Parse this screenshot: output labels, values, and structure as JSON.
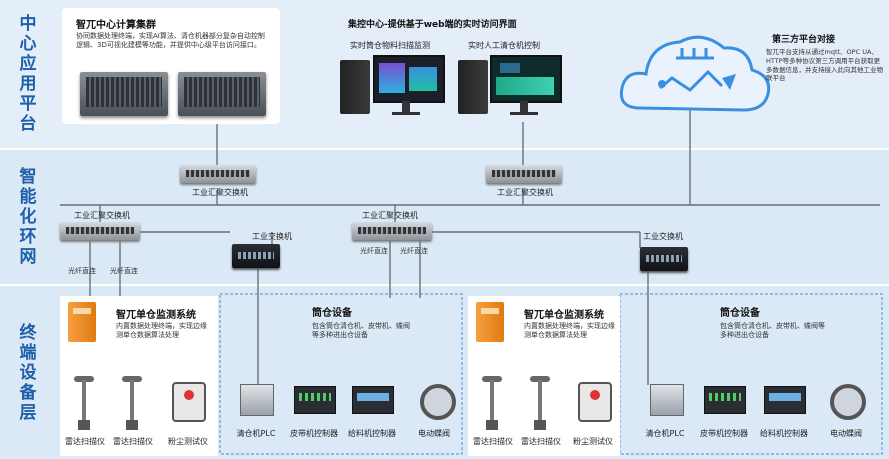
{
  "layers": {
    "application": "中心应用平台",
    "network": "智能化环网",
    "terminal": "终端设备层"
  },
  "compute": {
    "title": "智兀中心计算集群",
    "desc": "协同数据处理终端，实现AI算法、清仓机器部分复杂自动控制逻辑、3D可视化建模等功能，并提供中心级平台访问接口。"
  },
  "web": {
    "title": "集控中心-提供基于web端的实时访问界面",
    "monitor1": "实时筒仓物料扫描监测",
    "monitor2": "实时人工清仓机控制"
  },
  "third_party": {
    "title": "第三方平台对接",
    "desc": "智兀平台支持从通过mqtt、OPC UA、HTTP等多种协议第三方调用平台获取更多数据信息，并支持接入此向其他工业物联平台"
  },
  "switches": {
    "agg": "工业汇聚交换机",
    "ind": "工业交换机",
    "fiber": "光纤直连"
  },
  "units": [
    {
      "title": "智兀单仓监测系统",
      "desc": "内置数据处理终端，实现边缘测单仓数据算法处理",
      "devices": [
        "雷达扫描仪",
        "雷达扫描仪",
        "粉尘测试仪"
      ]
    },
    {
      "title": "智兀单仓监测系统",
      "desc": "内置数据处理终端，实现边缘测单仓数据算法处理",
      "devices": [
        "雷达扫描仪",
        "雷达扫描仪",
        "粉尘测试仪"
      ]
    }
  ],
  "silos": [
    {
      "title": "筒仓设备",
      "desc": "包含筒仓清仓机、皮带机、蝶阀等多种进出仓设备",
      "devices": [
        "清仓机PLC",
        "皮带机控制器",
        "给料机控制器",
        "电动蝶阀"
      ]
    },
    {
      "title": "筒仓设备",
      "desc": "包含筒仓清仓机、皮带机、蝶阀等多种进出仓设备",
      "devices": [
        "清仓机PLC",
        "皮带机控制器",
        "给料机控制器",
        "电动蝶阀"
      ]
    }
  ],
  "colors": {
    "layer_bg": "#dbe9f7",
    "layer_label": "#1f5ea8",
    "box_border": "#4a90d9",
    "cabinet_orange": "#f08a1e",
    "cloud": "#3b8fe0"
  }
}
